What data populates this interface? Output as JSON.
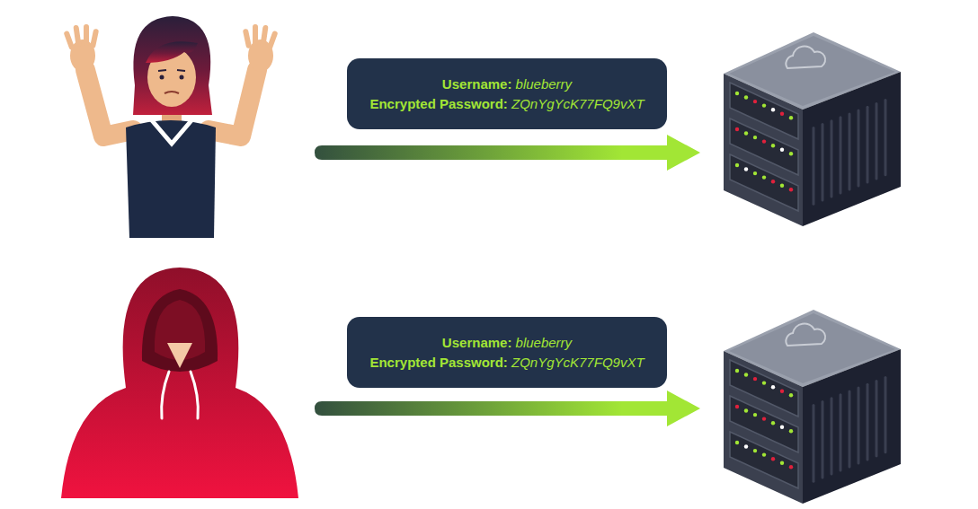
{
  "diagram": {
    "nodes": [
      {
        "text": [
          "Username:",
          "blueberry",
          "Encrypted Password:",
          "ZQnYgYcK77FQ9vXT"
        ]
      },
      {
        "text": [
          "Username:",
          "blueberry",
          "Encrypted Password:",
          "ZQnYgYcK77FQ9vXT"
        ]
      }
    ]
  }
}
